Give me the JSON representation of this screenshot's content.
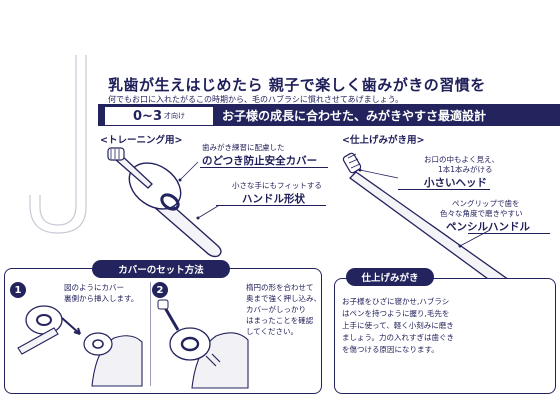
{
  "headline": "乳歯が生えはじめたら 親子で楽しく歯みがきの習慣を",
  "subline": "何でもお口に入れたがるこの時期から、毛のハブラシに慣れさせてあげましょう。",
  "age_main": "0~3",
  "age_suffix": "才向け",
  "band_text": "お子様の成長に合わせた、みがきやすさ最適設計",
  "training": {
    "title": "<トレーニング用>",
    "note1_small_1": "歯みがき練習に配慮した",
    "note1_big": "のどつき防止安全カバー",
    "note2_small_1": "小さな手にもフィットする",
    "note2_big": "ハンドル形状"
  },
  "finishing": {
    "title": "<仕上げみがき用>",
    "note1_small_1": "お口の中もよく見え、",
    "note1_small_2": "1本1本みがける",
    "note1_big": "小さいヘッド",
    "note2_small_1": "ペングリップで歯を",
    "note2_small_2": "色々な角度で磨きやすい",
    "note2_big": "ペンシルハンドル"
  },
  "cover": {
    "title": "カバーのセット方法",
    "step1_number": "1",
    "step1_lines": [
      "図のようにカバー",
      "裏側から挿入します。"
    ],
    "step2_number": "2",
    "step2_lines": [
      "楕円の形を合わせて",
      "奥まで強く押し込み、",
      "カバーがしっかり",
      "はまったことを確認",
      "してください。"
    ]
  },
  "finish_method": {
    "title": "仕上げみがき",
    "lines": [
      "お子様をひざに寝かせ,ハブラシ",
      "はペンを持つように握り,毛先を",
      "上手に使って、軽く小刻みに磨き",
      "ましょう。力の入れすぎは歯ぐき",
      "を傷つける原因になります。"
    ]
  },
  "colors": {
    "navy": "#23235e",
    "text": "#1f1f5a"
  }
}
